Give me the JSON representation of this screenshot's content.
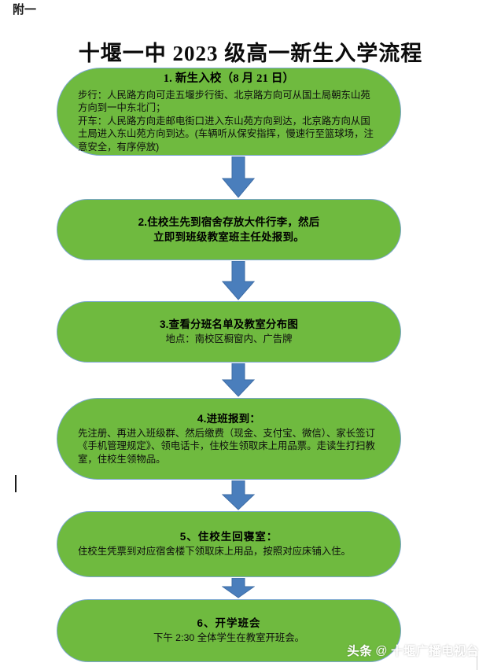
{
  "document": {
    "tag": "附一",
    "title": "十堰一中 2023 级高一新生入学流程"
  },
  "colors": {
    "node_fill": "#6FBA3F",
    "node_border": "#7aa6cf",
    "arrow_fill": "#4A7EBC",
    "arrow_stroke": "#3E6DA6",
    "text": "#000000"
  },
  "flow": {
    "nodes": [
      {
        "id": "node-1",
        "title": "1. 新生入校（8 月 21 日）",
        "body": "步行：人民路方向可走五堰步行街、北京路方向可从国土局朝东山苑方向到一中东北门；\n开车：人民路方向走邮电街口进入东山苑方向到达，北京路方向从国土局进入东山苑方向到达。(车辆听从保安指挥，慢速行至篮球场，注意安全，有序停放)"
      },
      {
        "id": "node-2",
        "title": "2.住校生先到宿舍存放大件行李，然后\n立即到班级教室班主任处报到。",
        "body": ""
      },
      {
        "id": "node-3",
        "title": "3.查看分班名单及教室分布图",
        "body": "地点：南校区橱窗内、广告牌"
      },
      {
        "id": "node-4",
        "title": "4.进班报到：",
        "body": "先注册、再进入班级群、然后缴费（现金、支付宝、微信）、家长签订《手机管理规定》、领电话卡，住校生领取床上用品票。走读生打扫教室，住校生领物品。"
      },
      {
        "id": "node-5",
        "title": "5、住校生回寝室：",
        "body": "住校生凭票到对应宿舍楼下领取床上用品，按照对应床铺入住。"
      },
      {
        "id": "node-6",
        "title": "6、开学班会",
        "body": "下午 2:30 全体学生在教室开班会。"
      }
    ],
    "arrows": [
      {
        "id": "arrow-1",
        "direction": "down"
      },
      {
        "id": "arrow-2",
        "direction": "down"
      },
      {
        "id": "arrow-3",
        "direction": "down"
      },
      {
        "id": "arrow-4",
        "direction": "down"
      },
      {
        "id": "arrow-5",
        "direction": "down"
      }
    ]
  },
  "watermark": {
    "brand": "头条",
    "at": "@",
    "account": "十堰广播电视台"
  }
}
